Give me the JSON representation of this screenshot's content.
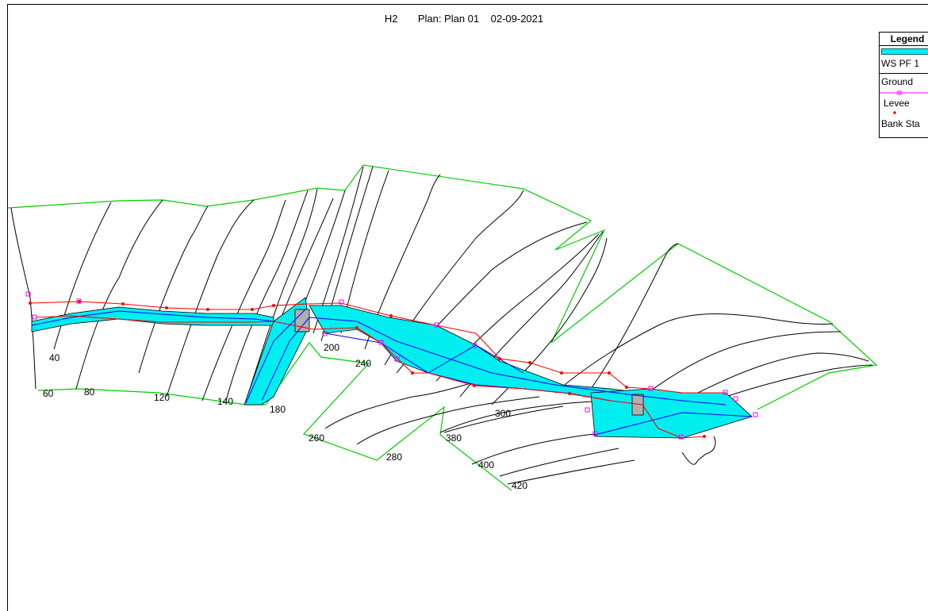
{
  "title": {
    "name": "H2",
    "plan": "Plan: Plan 01",
    "date": "02-09-2021"
  },
  "legend": {
    "title": "Legend",
    "items": [
      {
        "label": "WS PF 1",
        "kind": "fill",
        "color": "#00eef0"
      },
      {
        "label": "Ground",
        "kind": "line-marker",
        "color": "#ff00ff"
      },
      {
        "label": "Levee",
        "kind": "point",
        "color": "#ff0000"
      },
      {
        "label": "Bank Sta",
        "kind": "label-only",
        "color": "#ff0000"
      }
    ]
  },
  "station_labels": [
    "40",
    "60",
    "80",
    "120",
    "140",
    "180",
    "200",
    "240",
    "260",
    "280",
    "300",
    "380",
    "400",
    "420"
  ],
  "colors": {
    "water": "#00eef0",
    "reach_boundary": "#00cc00",
    "bank_line": "#ff0000",
    "ground_marker": "#ff00ff",
    "terrain": "#000000",
    "flow_line": "#0000ff"
  }
}
